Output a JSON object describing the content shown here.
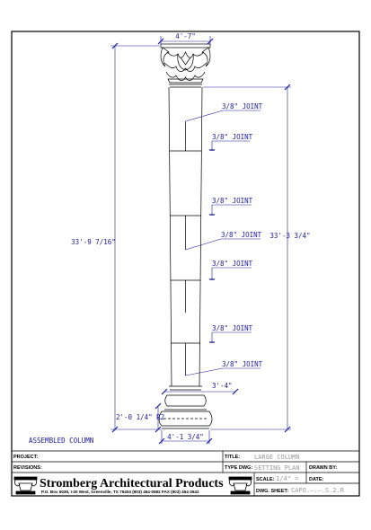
{
  "drawing": {
    "dims": {
      "top_width": "4'-7\"",
      "total_height": "33'-9 7/16\"",
      "shaft_height": "33'-3 3/4\"",
      "neck_width": "3'-4\"",
      "base_height": "2'-0 1/4\" R2",
      "base_width": "4'-1 3/4\""
    },
    "joint_label": "3/8\" JOINT",
    "caption": "ASSEMBLED COLUMN"
  },
  "title_block": {
    "project_label": "PROJECT:",
    "revisions_label": "REVISIONS:",
    "title_label": "TITLE:",
    "title_value": "LARGE COLUMN",
    "type_label": "TYPE DWG:",
    "type_value": "SETTING PLAN",
    "drawn_label": "DRAWN BY:",
    "scale_label": "SCALE:",
    "scale_value": "1/4\" = ",
    "date_label": "DATE:",
    "sheet_label": "DWG. SHEET:",
    "sheet_value": "CAPO.–.–.S.2.R"
  },
  "company": {
    "name": "Stromberg Architectural Products",
    "address": "P.O. Box 6036, I-30 West, Greenville, TX 75404  (903) 454-0682  FAX (903) 454-3642"
  },
  "colors": {
    "ink": "#000000",
    "dimension": "#1a1a9c",
    "faded": "#9a9a9a"
  }
}
